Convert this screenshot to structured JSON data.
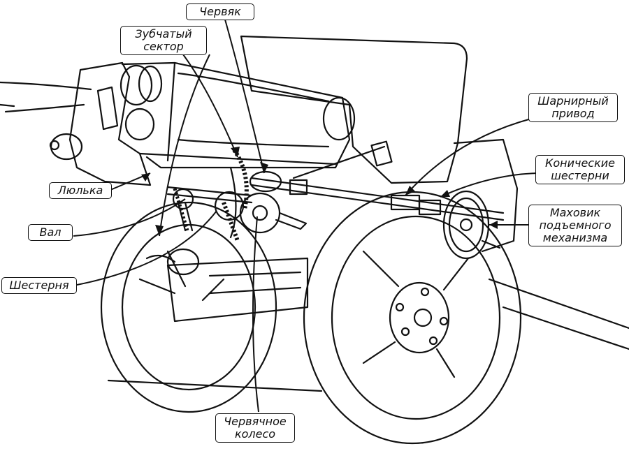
{
  "labels": {
    "worm": "Червяк",
    "toothed_sector": [
      "Зубчатый",
      "сектор"
    ],
    "cradle": "Люлька",
    "shaft": "Вал",
    "pinion": "Шестерня",
    "worm_wheel": [
      "Червячное",
      "колесо"
    ],
    "hinged_drive": [
      "Шарнирный",
      "привод"
    ],
    "bevel_gears": [
      "Конические",
      "шестерни"
    ],
    "handwheel": [
      "Маховик",
      "подъемного",
      "механизма"
    ]
  },
  "colors": {
    "ink": "#111111",
    "paper": "#ffffff"
  }
}
